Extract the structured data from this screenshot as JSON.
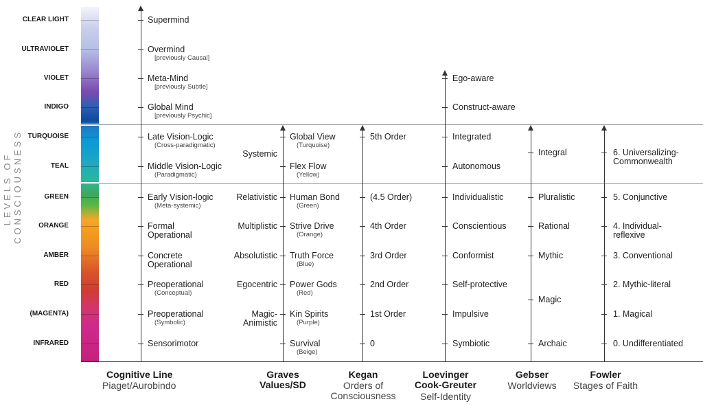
{
  "title_vertical": "LEVELS OF CONSCIOUSNESS",
  "levels": [
    "CLEAR LIGHT",
    "ULTRAVIOLET",
    "VIOLET",
    "INDIGO",
    "TURQUOISE",
    "TEAL",
    "GREEN",
    "ORANGE",
    "AMBER",
    "RED",
    "(MAGENTA)",
    "INFRARED"
  ],
  "cognitive": {
    "items": [
      {
        "main": "Supermind",
        "sub": ""
      },
      {
        "main": "Overmind",
        "sub": "[previously Causal]"
      },
      {
        "main": "Meta-Mind",
        "sub": "[previously Subtle]"
      },
      {
        "main": "Global Mind",
        "sub": "[previously Psychic]"
      },
      {
        "main": "Late Vision-Logic",
        "sub": "(Cross-paradigmatic)"
      },
      {
        "main": "Middle Vision-Logic",
        "sub": "(Paradigmatic)"
      },
      {
        "main": "Early Vision-logic",
        "sub": "(Meta-systemic)"
      },
      {
        "main": "Formal\nOperational",
        "sub": ""
      },
      {
        "main": "Concrete\nOperational",
        "sub": ""
      },
      {
        "main": "Preoperational",
        "sub": "(Conceptual)"
      },
      {
        "main": "Preoperational",
        "sub": "(Symbolic)"
      },
      {
        "main": "Sensorimotor",
        "sub": ""
      }
    ],
    "footer_bold": "Cognitive Line",
    "footer_reg": "Piaget/Aurobindo"
  },
  "graves_left": [
    "Systemic",
    "Relativistic",
    "Multiplistic",
    "Absolutistic",
    "Egocentric",
    "Magic-\nAnimistic"
  ],
  "graves": {
    "items": [
      {
        "main": "Global View",
        "sub": "(Turquoise)"
      },
      {
        "main": "Flex Flow",
        "sub": "(Yellow)"
      },
      {
        "main": "Human Bond",
        "sub": "(Green)"
      },
      {
        "main": "Strive Drive",
        "sub": "(Orange)"
      },
      {
        "main": "Truth Force",
        "sub": "(Blue)"
      },
      {
        "main": "Power Gods",
        "sub": "(Red)"
      },
      {
        "main": "Kin Spirits",
        "sub": "(Purple)"
      },
      {
        "main": "Survival",
        "sub": "(Beige)"
      }
    ],
    "footer_bold": "Graves\nValues/SD"
  },
  "kegan": {
    "items": [
      "5th Order",
      "(4.5 Order)",
      "4th Order",
      "3rd Order",
      "2nd Order",
      "1st Order",
      "0"
    ],
    "footer_bold": "Kegan",
    "footer_reg": "Orders of\nConsciousness"
  },
  "loevinger": {
    "items": [
      "Ego-aware",
      "Construct-aware",
      "Integrated",
      "Autonomous",
      "Individualistic",
      "Conscientious",
      "Conformist",
      "Self-protective",
      "Impulsive",
      "Symbiotic"
    ],
    "footer_bold": "Loevinger\nCook-Greuter",
    "footer_reg": "Self-Identity"
  },
  "gebser": {
    "items": [
      "Integral",
      "Pluralistic",
      "Rational",
      "Mythic",
      "Magic",
      "Archaic"
    ],
    "footer_bold": "Gebser",
    "footer_reg": "Worldviews"
  },
  "fowler": {
    "items": [
      "6. Universalizing-\nCommonwealth",
      "5. Conjunctive",
      "4. Individual-\nreflexive",
      "3. Conventional",
      "2. Mythic-literal",
      "1. Magical",
      "0. Undifferentiated"
    ],
    "footer_bold": "Fowler",
    "footer_reg": "Stages of Faith"
  }
}
